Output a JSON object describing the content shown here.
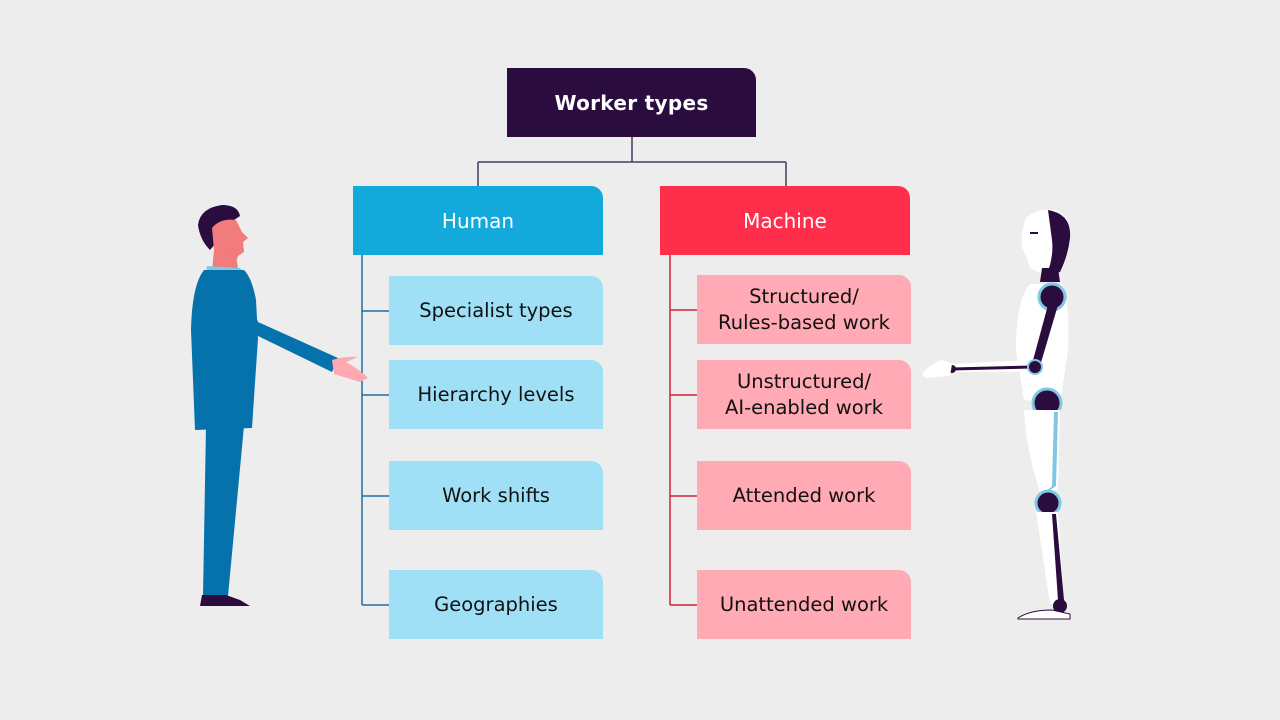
{
  "root": {
    "label": "Worker types",
    "color": "#2b0c3f"
  },
  "branches": [
    {
      "id": "human",
      "label": "Human",
      "color": "#13a9db",
      "child_color": "#9fe0f6",
      "line_color": "#1f6fa6",
      "items": [
        "Specialist types",
        "Hierarchy levels",
        "Work shifts",
        "Geographies"
      ]
    },
    {
      "id": "machine",
      "label": "Machine",
      "color": "#ff2e4a",
      "child_color": "#ffaab4",
      "line_color": "#d2203d",
      "items": [
        "Structured/\nRules-based work",
        "Unstructured/\nAI-enabled work",
        "Attended work",
        "Unattended work"
      ]
    }
  ],
  "illustrations": {
    "left": "businessman-icon",
    "right": "robot-icon"
  }
}
